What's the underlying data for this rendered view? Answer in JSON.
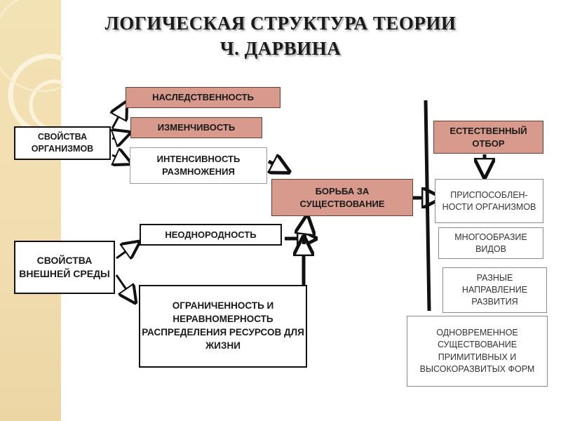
{
  "title": {
    "line1": "ЛОГИЧЕСКАЯ  СТРУКТУРА ТЕОРИИ",
    "line2": "Ч. ДАРВИНА"
  },
  "left": {
    "organisms": "СВОЙСТВА ОРГАНИЗМОВ",
    "environment": "СВОЙСТВА ВНЕШНЕЙ СРЕДЫ"
  },
  "middle": {
    "heredity": "НАСЛЕДСТВЕННОСТЬ",
    "variability": "ИЗМЕНЧИВОСТЬ",
    "reproduction": "ИНТЕНСИВНОСТЬ РАЗМНОЖЕНИЯ",
    "heterogeneity": "НЕОДНОРОДНОСТЬ",
    "resources": "ОГРАНИЧЕННОСТЬ И НЕРАВНОМЕРНОСТЬ РАСПРЕДЕЛЕНИЯ РЕСУРСОВ  ДЛЯ ЖИЗНИ"
  },
  "center": {
    "struggle": "БОРЬБА ЗА СУЩЕСТВОВАНИЕ"
  },
  "right": {
    "selection": "ЕСТЕСТВЕННЫЙ ОТБОР",
    "adaptation": "ПРИСПОСОБЛЕН-НОСТИ ОРГАНИЗМОВ",
    "diversity": "МНОГООБРАЗИЕ ВИДОВ",
    "directions": "РАЗНЫЕ НАПРАВЛЕНИЕ РАЗВИТИЯ",
    "coexistence": "ОДНОВРЕМЕННОЕ СУЩЕСТВОВАНИЕ ПРИМИТИВНЫХ И ВЫСОКОРАЗВИТЫХ ФОРМ"
  },
  "colors": {
    "accent_box": "#d79a8c",
    "strip": "#f1ddb0"
  }
}
